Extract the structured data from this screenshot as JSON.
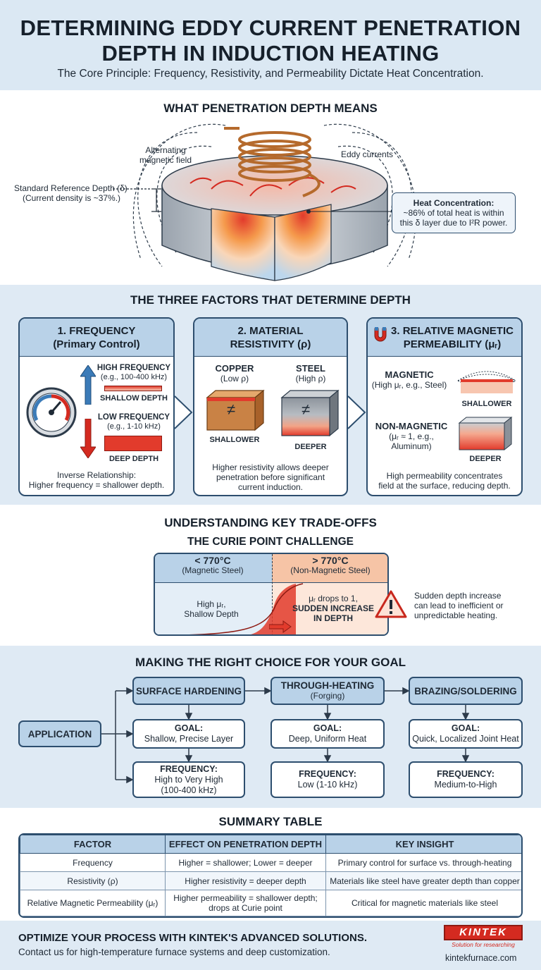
{
  "header": {
    "title_line1": "DETERMINING EDDY CURRENT PENETRATION",
    "title_line2": "DEPTH IN INDUCTION HEATING",
    "subtitle": "The Core Principle: Frequency, Resistivity, and Permeability Dictate Heat Concentration."
  },
  "section1": {
    "title": "WHAT PENETRATION DEPTH MEANS",
    "label_field_1": "Alternating",
    "label_field_2": "magnetic field",
    "label_eddy": "Eddy currents",
    "label_depth_1": "Standard Reference Depth (δ)",
    "label_depth_2": "(Current density is ~37%.)",
    "heat_title": "Heat Concentration:",
    "heat_line1": "~86% of total heat is within",
    "heat_line2": "this δ layer due to I²R power."
  },
  "section2": {
    "title": "THE THREE FACTORS THAT DETERMINE DEPTH",
    "card1": {
      "head1": "1. FREQUENCY",
      "head2": "(Primary Control)",
      "high_label": "HIGH FREQUENCY",
      "high_sub": "(e.g., 100-400 kHz)",
      "shallow": "SHALLOW DEPTH",
      "low_label": "LOW FREQUENCY",
      "low_sub": "(e.g., 1-10 kHz)",
      "deep": "DEEP DEPTH",
      "foot1": "Inverse Relationship:",
      "foot2": "Higher frequency = shallower depth."
    },
    "card2": {
      "head1": "2. MATERIAL",
      "head2": "RESISTIVITY (ρ)",
      "copper": "COPPER",
      "copper_sub": "(Low ρ)",
      "steel": "STEEL",
      "steel_sub": "(High ρ)",
      "symbol": "≠",
      "shallower": "SHALLOWER",
      "deeper": "DEEPER",
      "foot1": "Higher resistivity allows deeper",
      "foot2": "penetration before significant",
      "foot3": "current induction."
    },
    "card3": {
      "head1": "3. RELATIVE MAGNETIC",
      "head2": "PERMEABILITY (μᵣ)",
      "magnetic": "MAGNETIC",
      "magnetic_sub": "(High μᵣ, e.g., Steel)",
      "shallower": "SHALLOWER",
      "nonmag": "NON-MAGNETIC",
      "nonmag_sub1": "(μᵣ ≈ 1, e.g.,",
      "nonmag_sub2": "Aluminum)",
      "deeper": "DEEPER",
      "foot1": "High permeability concentrates",
      "foot2": "field at the surface, reducing depth."
    }
  },
  "section3": {
    "title": "UNDERSTANDING KEY TRADE-OFFS",
    "subtitle": "THE CURIE POINT CHALLENGE",
    "left_head": "< 770°C",
    "left_sub": "(Magnetic Steel)",
    "left_body1": "High μᵣ,",
    "left_body2": "Shallow Depth",
    "right_head": "> 770°C",
    "right_sub": "(Non-Magnetic Steel)",
    "right_body1": "μᵣ drops to 1,",
    "right_body2": "SUDDEN INCREASE",
    "right_body3": "IN DEPTH",
    "warn1": "Sudden depth increase",
    "warn2": "can lead to inefficient or",
    "warn3": "unpredictable heating."
  },
  "section4": {
    "title": "MAKING THE RIGHT CHOICE FOR YOUR GOAL",
    "application": "APPLICATION",
    "goal_label": "GOAL:",
    "freq_label": "FREQUENCY:",
    "cols": [
      {
        "name": "SURFACE HARDENING",
        "name_sub": "",
        "goal": "Shallow, Precise Layer",
        "freq1": "High to Very High",
        "freq2": "(100-400 kHz)"
      },
      {
        "name": "THROUGH-HEATING",
        "name_sub": "(Forging)",
        "goal": "Deep, Uniform Heat",
        "freq1": "Low (1-10 kHz)",
        "freq2": ""
      },
      {
        "name": "BRAZING/SOLDERING",
        "name_sub": "",
        "goal": "Quick, Localized Joint Heat",
        "freq1": "Medium-to-High",
        "freq2": ""
      }
    ]
  },
  "section5": {
    "title": "SUMMARY TABLE",
    "headers": [
      "FACTOR",
      "EFFECT ON PENETRATION DEPTH",
      "KEY INSIGHT"
    ],
    "rows": [
      [
        "Frequency",
        "Higher = shallower; Lower = deeper",
        "Primary control for surface vs. through-heating"
      ],
      [
        "Resistivity (ρ)",
        "Higher resistivity = deeper depth",
        "Materials like steel have greater depth than copper"
      ],
      [
        "Relative Magnetic Permeability (μᵣ)",
        "Higher permeability = shallower depth; drops at Curie point",
        "Critical for magnetic materials like steel"
      ]
    ]
  },
  "footer": {
    "cta": "OPTIMIZE YOUR PROCESS WITH KINTEK'S ADVANCED SOLUTIONS.",
    "contact": "Contact us for high-temperature furnace systems and deep customization.",
    "logo": "KINTEK",
    "logo_tagline": "Solution for researching",
    "url": "kintekfurnace.com"
  },
  "colors": {
    "navy": "#2d4e6e",
    "light_blue": "#b9d2e8",
    "band_blue": "#dfeaf4",
    "heat_red": "#e23b2c",
    "heat_orange": "#f59a4c",
    "brand_red": "#d42a20"
  }
}
